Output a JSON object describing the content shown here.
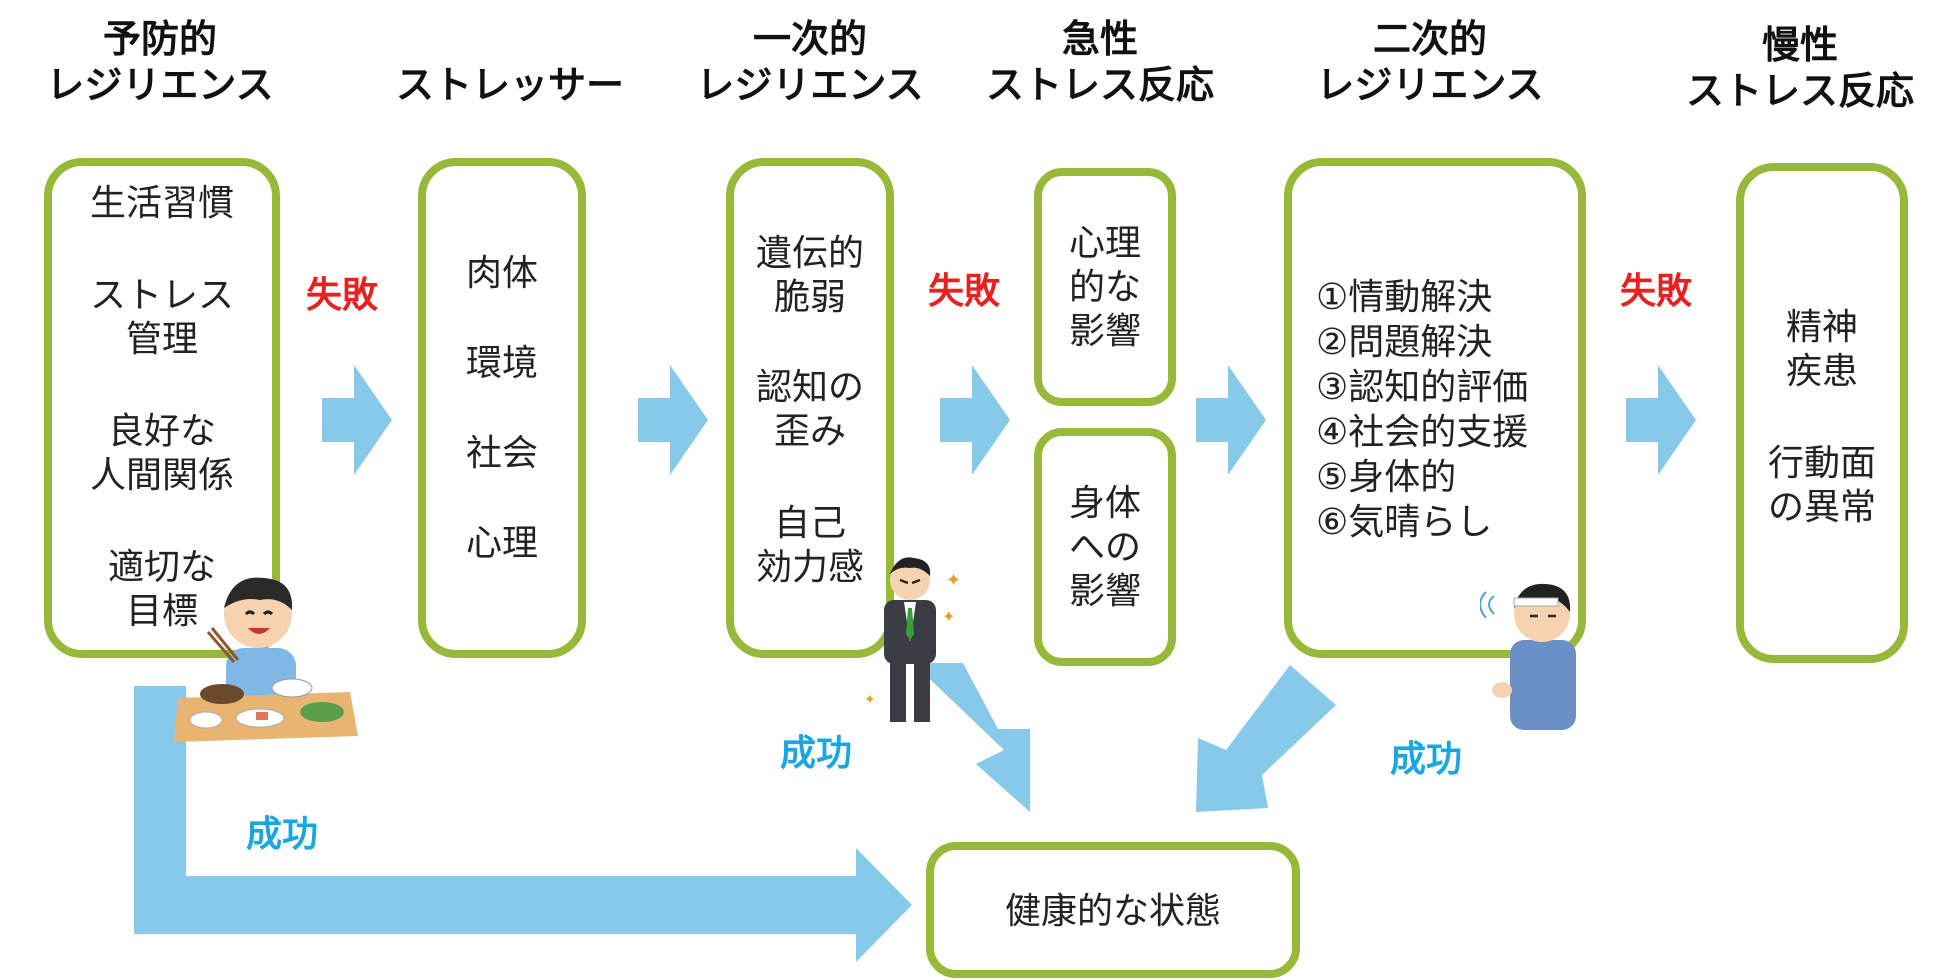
{
  "headers": [
    {
      "line1": "予防的",
      "line2": "レジリエンス"
    },
    {
      "line1": "",
      "line2": "ストレッサー"
    },
    {
      "line1": "一次的",
      "line2": "レジリエンス"
    },
    {
      "line1": "急性",
      "line2": "ストレス反応"
    },
    {
      "line1": "二次的",
      "line2": "レジリエンス"
    },
    {
      "line1": "慢性",
      "line2": "ストレス反応"
    }
  ],
  "preventive": {
    "item1": "生活習慣",
    "item2_l1": "ストレス",
    "item2_l2": "管理",
    "item3_l1": "良好な",
    "item3_l2": "人間関係",
    "item4_l1": "適切な",
    "item4_l2": "目標"
  },
  "stressor": {
    "item1": "肉体",
    "item2": "環境",
    "item3": "社会",
    "item4": "心理"
  },
  "primary": {
    "item1_l1": "遺伝的",
    "item1_l2": "脆弱",
    "item2_l1": "認知の",
    "item2_l2": "歪み",
    "item3_l1": "自己",
    "item3_l2": "効力感"
  },
  "acute_mental": {
    "l1": "心理",
    "l2": "的な",
    "l3": "影響"
  },
  "acute_physical": {
    "l1": "身体",
    "l2": "への",
    "l3": "影響"
  },
  "secondary": {
    "items": [
      "①情動解決",
      "②問題解決",
      "③認知的評価",
      "④社会的支援",
      "⑤身体的",
      "⑥気晴らし"
    ]
  },
  "chronic": {
    "item1_l1": "精神",
    "item1_l2": "疾患",
    "item2_l1": "行動面",
    "item2_l2": "の異常"
  },
  "labels": {
    "fail": "失敗",
    "success": "成功"
  },
  "outcome": "健康的な状態",
  "colors": {
    "border": "#98b83a",
    "arrow": "#87c9e8",
    "fail": "#e8201e",
    "success": "#1aa7e0"
  }
}
